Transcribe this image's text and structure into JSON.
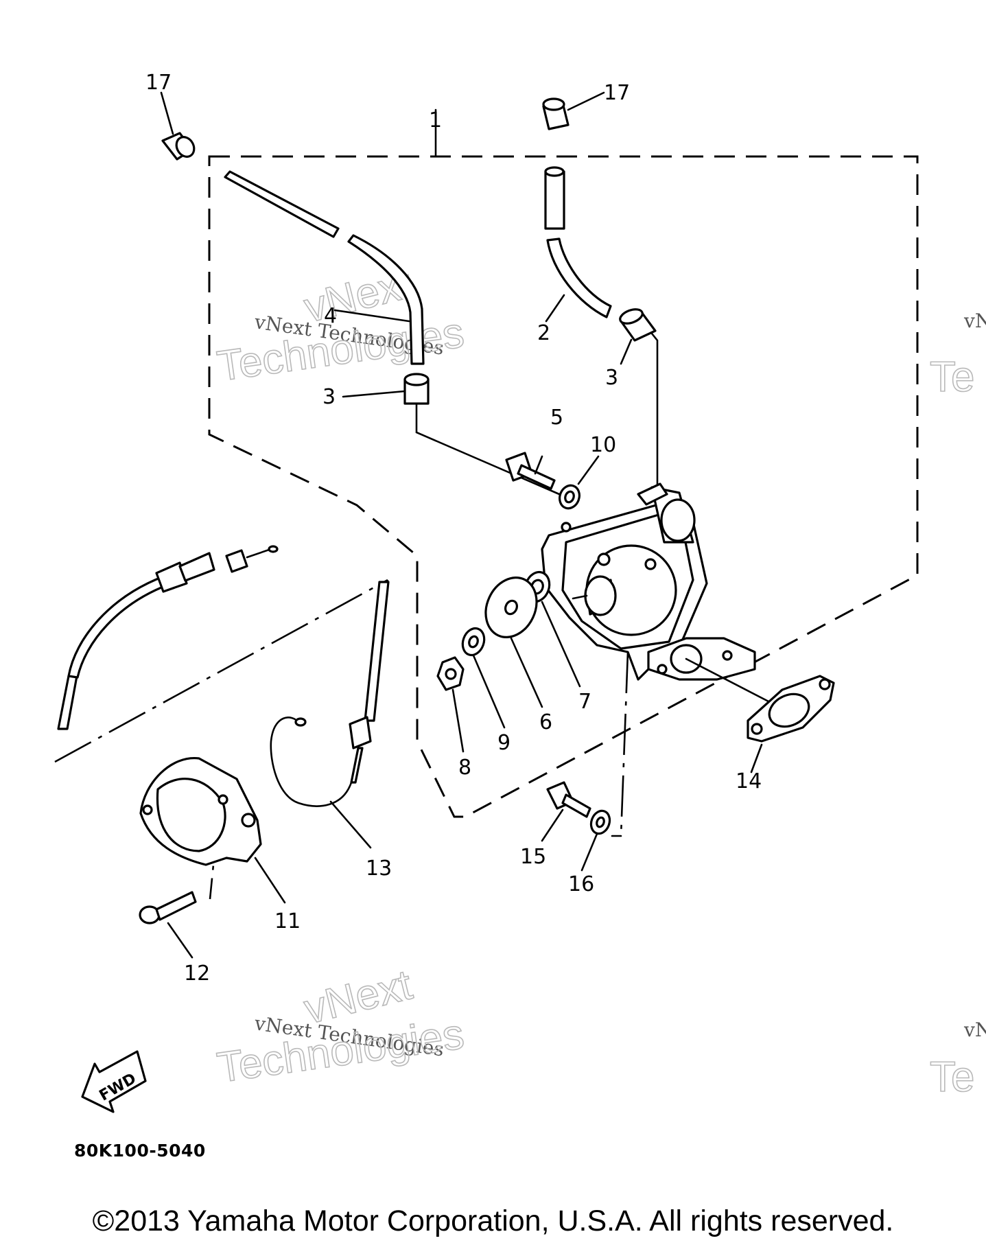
{
  "diagram": {
    "code": "80K100-5040",
    "copyright": "©2013 Yamaha Motor Corporation, U.S.A. All rights reserved.",
    "fwd_label": "FWD",
    "callouts": [
      "1",
      "2",
      "3",
      "3",
      "4",
      "5",
      "6",
      "7",
      "8",
      "9",
      "10",
      "11",
      "12",
      "13",
      "14",
      "15",
      "16",
      "17",
      "17"
    ],
    "watermark": {
      "line1": "vNext Technologies",
      "line2": "vNext",
      "line3": "Technologies"
    }
  }
}
